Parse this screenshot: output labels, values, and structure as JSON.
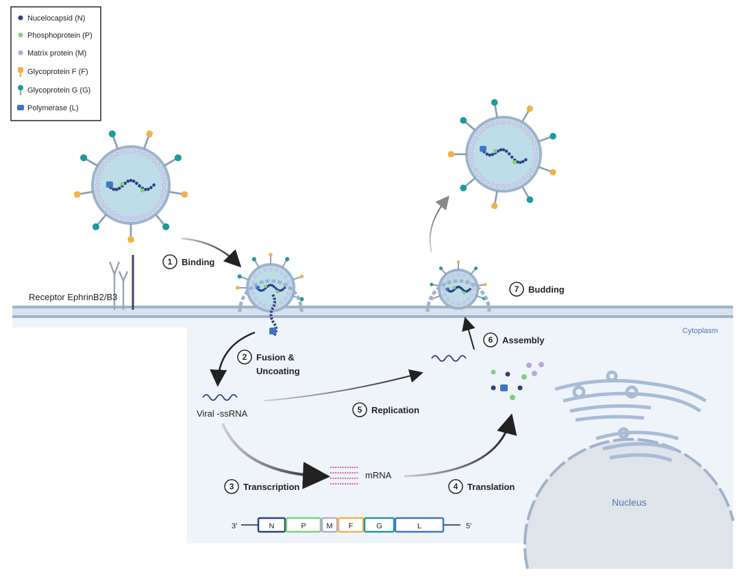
{
  "legend": {
    "items": [
      {
        "label": "Nucelocapsid (N)",
        "icon": "nucleocapsid-icon",
        "color": "#2b3f86"
      },
      {
        "label": "Phosphoprotein (P)",
        "icon": "phosphoprotein-icon",
        "color": "#7fd07a"
      },
      {
        "label": "Matrix protein (M)",
        "icon": "matrix-protein-icon",
        "color": "#b9a8d8"
      },
      {
        "label": "Glycoprotein F (F)",
        "icon": "glycoprotein-f-icon",
        "color": "#f3b14a"
      },
      {
        "label": "Glycoprotein G (G)",
        "icon": "glycoprotein-g-icon",
        "color": "#1d9a9a"
      },
      {
        "label": "Polymerase (L)",
        "icon": "polymerase-icon",
        "color": "#3f74c8"
      }
    ]
  },
  "labels": {
    "receptor": "Receptor EphrinB2/B3",
    "cytoplasm": "Cytoplasm",
    "nucleus": "Nucleus",
    "viral_rna": "Viral -ssRNA",
    "mrna": "mRNA"
  },
  "steps": [
    {
      "num": "1",
      "label": "Binding"
    },
    {
      "num": "2",
      "label": "Fusion &",
      "label2": "Uncoating"
    },
    {
      "num": "3",
      "label": "Transcription"
    },
    {
      "num": "4",
      "label": "Translation"
    },
    {
      "num": "5",
      "label": "Replication"
    },
    {
      "num": "6",
      "label": "Assembly"
    },
    {
      "num": "7",
      "label": "Budding"
    }
  ],
  "genome": {
    "left": "3'",
    "right": "5'",
    "genes": [
      {
        "name": "N",
        "color": "#2b3f86"
      },
      {
        "name": "P",
        "color": "#7fd07a"
      },
      {
        "name": "M",
        "color": "#b9a8d8"
      },
      {
        "name": "F",
        "color": "#f3b14a"
      },
      {
        "name": "G",
        "color": "#1d9a9a"
      },
      {
        "name": "L",
        "color": "#3f74c8"
      }
    ]
  }
}
